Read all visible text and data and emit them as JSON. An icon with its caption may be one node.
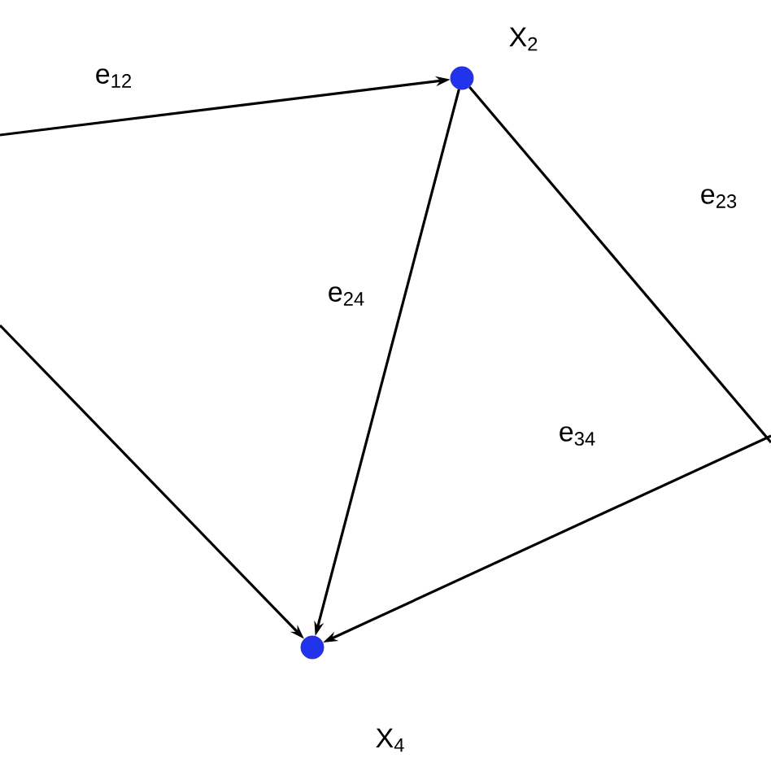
{
  "diagram": {
    "nodes": [
      {
        "text": [
          "X$_{2}$"
        ]
      },
      {
        "text": [
          "X$_{4}$"
        ]
      }
    ],
    "edges": [
      {
        "from": null,
        "to": 0,
        "arrow": "to",
        "label": "e$_{12}$"
      },
      {
        "from": 0,
        "to": null,
        "arrow": "none",
        "label": "e$_{23}$"
      },
      {
        "from": 0,
        "to": 1,
        "arrow": "to",
        "label": "e$_{24}$"
      },
      {
        "from": null,
        "to": 1,
        "arrow": "to",
        "label": "e$_{34}$"
      },
      {
        "from": null,
        "to": 1,
        "arrow": "to"
      }
    ]
  }
}
